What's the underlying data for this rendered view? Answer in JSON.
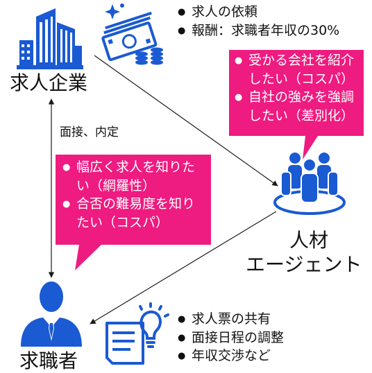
{
  "colors": {
    "accent": "#1a5ad2",
    "bubble": "#ee1b80",
    "line": "#1a1a1a"
  },
  "nodes": {
    "company": {
      "label": "求人企業",
      "icon": "building-icon"
    },
    "agent": {
      "label_line1": "人材",
      "label_line2": "エージェント",
      "icon": "group-people-icon"
    },
    "seeker": {
      "label": "求職者",
      "icon": "businessman-icon"
    }
  },
  "company_to_agent_items": [
    "求人の依頼",
    "報酬：求職者年収の30%"
  ],
  "agent_to_seeker_items": [
    "求人票の共有",
    "面接日程の調整",
    "年収交渉など"
  ],
  "edge_label_company_seeker": "面接、内定",
  "agent_bubble": {
    "items": [
      "受かる会社を紹介したい（コスパ）",
      "自社の強みを強調したい（差別化）"
    ]
  },
  "seeker_bubble": {
    "items": [
      "幅広く求人を知りたい（網羅性）",
      "合否の難易度を知りたい（コスパ）"
    ]
  },
  "icons": [
    "building-icon",
    "money-stack-icon",
    "coins-icon",
    "sparkle-icon",
    "group-people-icon",
    "businessman-icon",
    "document-icon",
    "lightbulb-icon"
  ]
}
